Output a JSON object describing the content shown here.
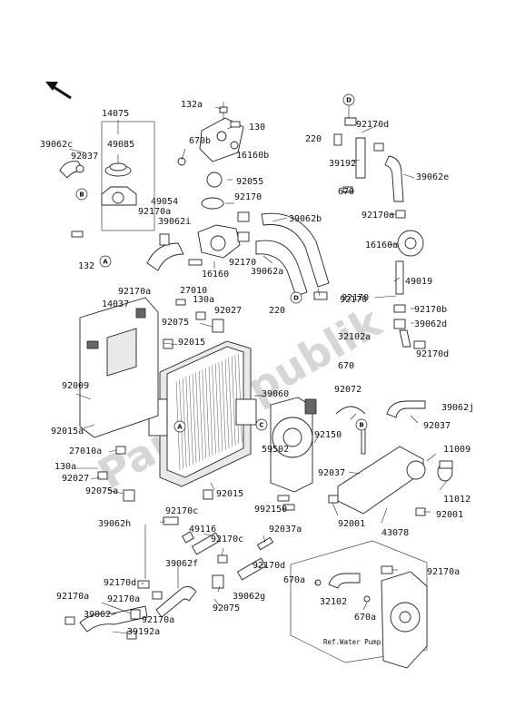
{
  "watermark": "Partsrepublik",
  "reference_note": "Ref.Water Pump",
  "callout_letters": [
    "A",
    "B",
    "C",
    "D"
  ],
  "part_labels": [
    "14075",
    "49085",
    "39062c",
    "92037",
    "92170a",
    "39062i",
    "49054",
    "132a",
    "130",
    "16160b",
    "670b",
    "92055",
    "92170",
    "16160",
    "39062b",
    "92170",
    "220",
    "92170d",
    "39192",
    "39062e",
    "670",
    "92170a",
    "16160a",
    "49019",
    "92170",
    "92170b",
    "39062d",
    "92170d",
    "132",
    "92170a",
    "14037",
    "27010",
    "130a",
    "92027",
    "92075",
    "92015",
    "39060",
    "92009",
    "92015a",
    "27010a",
    "130a",
    "92027",
    "92075a",
    "220",
    "32102a",
    "670",
    "92072",
    "39062j",
    "92037",
    "59502",
    "92150",
    "92037",
    "11009",
    "11012",
    "92015",
    "992150",
    "92001",
    "92001",
    "43078",
    "39062h",
    "92170c",
    "49116",
    "92037a",
    "92170c",
    "92170d",
    "39062f",
    "39062g",
    "92170d",
    "92170a",
    "92170a",
    "39062",
    "92170a",
    "39192a",
    "92075",
    "670a",
    "32102",
    "670a",
    "92170a",
    "39062a",
    "92170"
  ]
}
